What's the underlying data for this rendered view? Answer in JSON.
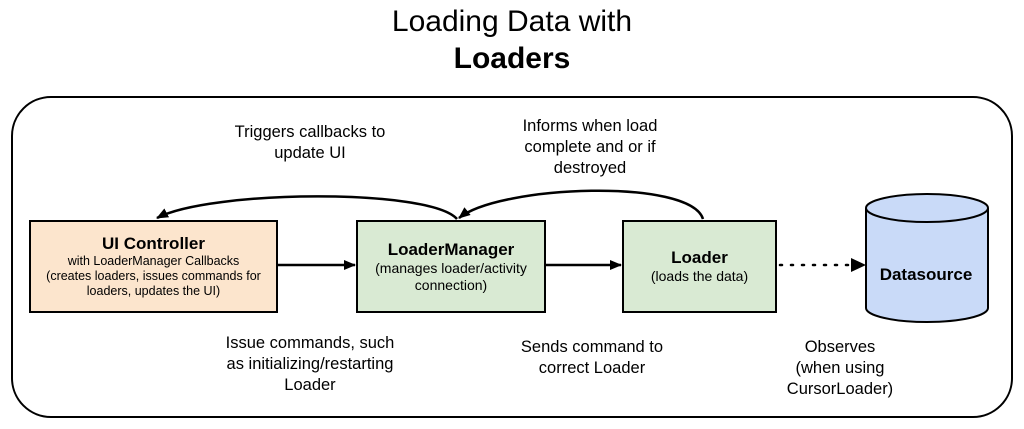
{
  "title": {
    "line1": "Loading Data with",
    "line2": "Loaders"
  },
  "nodes": {
    "ui_controller": {
      "title": "UI Controller",
      "subtitle_line1": "with LoaderManager Callbacks",
      "subtitle_line2": "(creates loaders, issues commands for",
      "subtitle_line3": "loaders, updates the UI)",
      "fill": "#fce5cd"
    },
    "loader_manager": {
      "title": "LoaderManager",
      "subtitle_line1": "(manages loader/activity",
      "subtitle_line2": "connection)",
      "fill": "#d9ead3"
    },
    "loader": {
      "title": "Loader",
      "subtitle_line1": "(loads the data)",
      "fill": "#d9ead3"
    },
    "datasource": {
      "title": "Datasource",
      "fill": "#c9daf8"
    }
  },
  "edges": {
    "triggers": {
      "line1": "Triggers callbacks to",
      "line2": "update UI"
    },
    "informs": {
      "line1": "Informs when load",
      "line2": "complete and or if",
      "line3": "destroyed"
    },
    "issue": {
      "line1": "Issue commands, such",
      "line2": "as initializing/restarting",
      "line3": "Loader"
    },
    "sends": {
      "line1": "Sends command to",
      "line2": "correct Loader"
    },
    "observes": {
      "line1": "Observes",
      "line2": "(when using",
      "line3": "CursorLoader)"
    }
  }
}
